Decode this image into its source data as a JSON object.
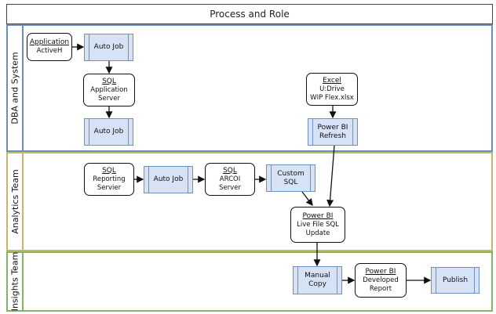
{
  "diagram": {
    "title": "Process and Role",
    "lanes": {
      "dba": "DBA and System",
      "analytics": "Analytics Team",
      "insights": "Insights Team"
    },
    "colors": {
      "dba_lane": "#6c8ebf",
      "analytics_lane": "#c7b56a",
      "insights_lane": "#82b366",
      "process_fill": "#d6e3f7"
    },
    "nodes": {
      "application": {
        "heading": "Application",
        "line1": "ActiveH"
      },
      "auto_job_1": {
        "label": "Auto Job"
      },
      "sql_app": {
        "heading": "SQL",
        "line1": "Application",
        "line2": "Server"
      },
      "auto_job_2": {
        "label": "Auto Job"
      },
      "excel": {
        "heading": "Excel",
        "line1": "U:Drive",
        "line2": "WIP Flex.xlsx"
      },
      "pbi_refresh": {
        "line1": "Power BI",
        "line2": "Refresh"
      },
      "sql_reporting": {
        "heading": "SQL",
        "line1": "Reporting",
        "line2": "Servier"
      },
      "auto_job_3": {
        "label": "Auto Job"
      },
      "sql_arcoi": {
        "heading": "SQL",
        "line1": "ARCOI",
        "line2": "Server"
      },
      "custom_sql": {
        "line1": "Custom",
        "line2": "SQL"
      },
      "pbi_live": {
        "heading": "Power BI",
        "line1": "Live File SQL",
        "line2": "Update"
      },
      "manual_copy": {
        "line1": "Manual",
        "line2": "Copy"
      },
      "pbi_developed": {
        "heading": "Power BI",
        "line1": "Developed",
        "line2": "Report"
      },
      "publish": {
        "label": "Publish"
      }
    }
  }
}
